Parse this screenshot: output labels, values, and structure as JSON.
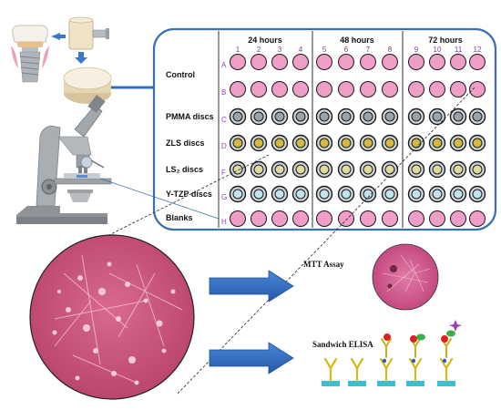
{
  "plate": {
    "time_headers": [
      "24 hours",
      "48 hours",
      "72 hours"
    ],
    "column_numbers": [
      "1",
      "2",
      "3",
      "4",
      "5",
      "6",
      "7",
      "8",
      "9",
      "10",
      "11",
      "12"
    ],
    "rows": [
      {
        "letter": "A",
        "label": "Control",
        "well_type": "plain"
      },
      {
        "letter": "B",
        "label": "",
        "well_type": "plain"
      },
      {
        "letter": "C",
        "label": "PMMA discs",
        "well_type": "disc",
        "disc_color": "#9aa4ad"
      },
      {
        "letter": "D",
        "label": "ZLS discs",
        "well_type": "disc",
        "disc_color": "#d4b93a"
      },
      {
        "letter": "F",
        "label": "LS₂ discs",
        "well_type": "disc",
        "disc_color": "#e0d9a0"
      },
      {
        "letter": "G",
        "label": "Y-TZP discs",
        "well_type": "disc",
        "disc_color": "#bfe3ef"
      },
      {
        "letter": "H",
        "label": "Blanks",
        "well_type": "plain"
      }
    ]
  },
  "assays": {
    "mtt_label": "MTT Assay",
    "elisa_label": "Sandwich ELISA"
  },
  "colors": {
    "well_pink": "#ee9ec7",
    "plate_border": "#3a6fb5",
    "arrow_blue": "#2f6cc2",
    "culture_pink": "#c9547a"
  },
  "icons": {
    "implant": "dental-implant-icon",
    "block": "ceramic-block-icon",
    "disc": "ceramic-disc-icon",
    "microscope": "microscope-icon"
  }
}
